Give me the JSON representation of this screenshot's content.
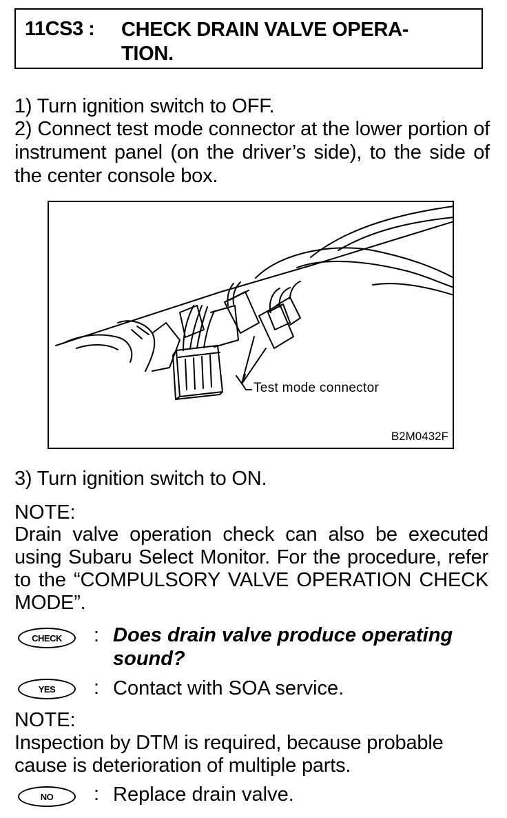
{
  "header": {
    "code": "11CS3 :",
    "title": "CHECK DRAIN VALVE OPERA-\nTION."
  },
  "steps": {
    "s1": "1)  Turn ignition switch to OFF.",
    "s2": "2)  Connect test mode connector at the lower portion of instrument panel (on the driver’s side), to the side of the center console box.",
    "s3": "3)  Turn ignition switch to ON."
  },
  "figure": {
    "caption": "Test mode connector",
    "code": "B2M0432F"
  },
  "note1": {
    "title": "NOTE:",
    "body": "Drain valve operation check can also be executed using Subaru Select Monitor. For the procedure, refer to the “COMPULSORY VALVE OPERATION CHECK MODE”."
  },
  "check": {
    "badge": "CHECK",
    "colon": ":",
    "text": "Does drain valve produce operating sound?"
  },
  "yes": {
    "badge": "YES",
    "colon": ":",
    "text": "Contact with SOA service."
  },
  "note2": {
    "title": "NOTE:",
    "body": "Inspection by DTM is required, because probable cause is deterioration of multiple parts."
  },
  "no": {
    "badge": "NO",
    "colon": ":",
    "text": "Replace drain valve."
  }
}
